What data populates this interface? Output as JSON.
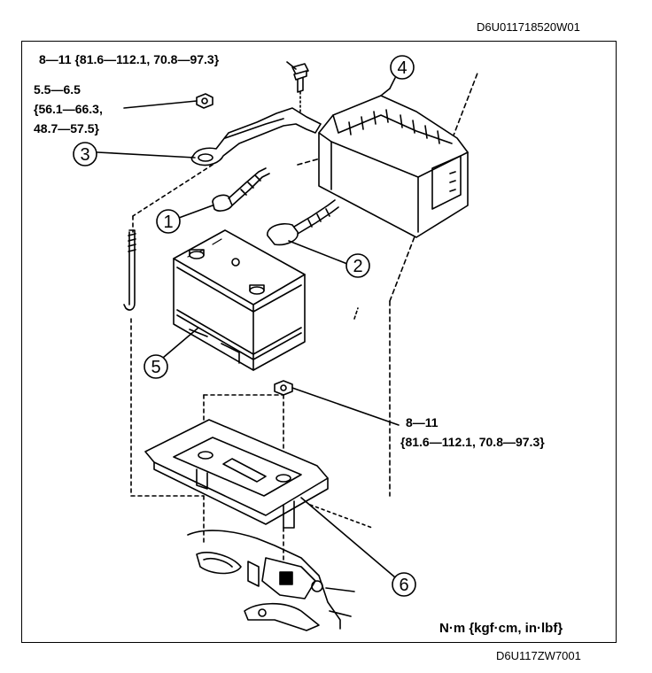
{
  "codes": {
    "top": "D6U011718520W01",
    "bottom": "D6U117ZW7001"
  },
  "torques": {
    "bolt_top": "8—11 {81.6—112.1, 70.8—97.3}",
    "nut_clamp_line1": "5.5—6.5",
    "nut_clamp_line2": "{56.1—66.3,",
    "nut_clamp_line3": "48.7—57.5}",
    "nut_tray_line1": "8—11",
    "nut_tray_line2": "{81.6—112.1, 70.8—97.3}"
  },
  "units": "N·m {kgf·cm, in·lbf}",
  "callouts": [
    "1",
    "2",
    "3",
    "4",
    "5",
    "6"
  ]
}
